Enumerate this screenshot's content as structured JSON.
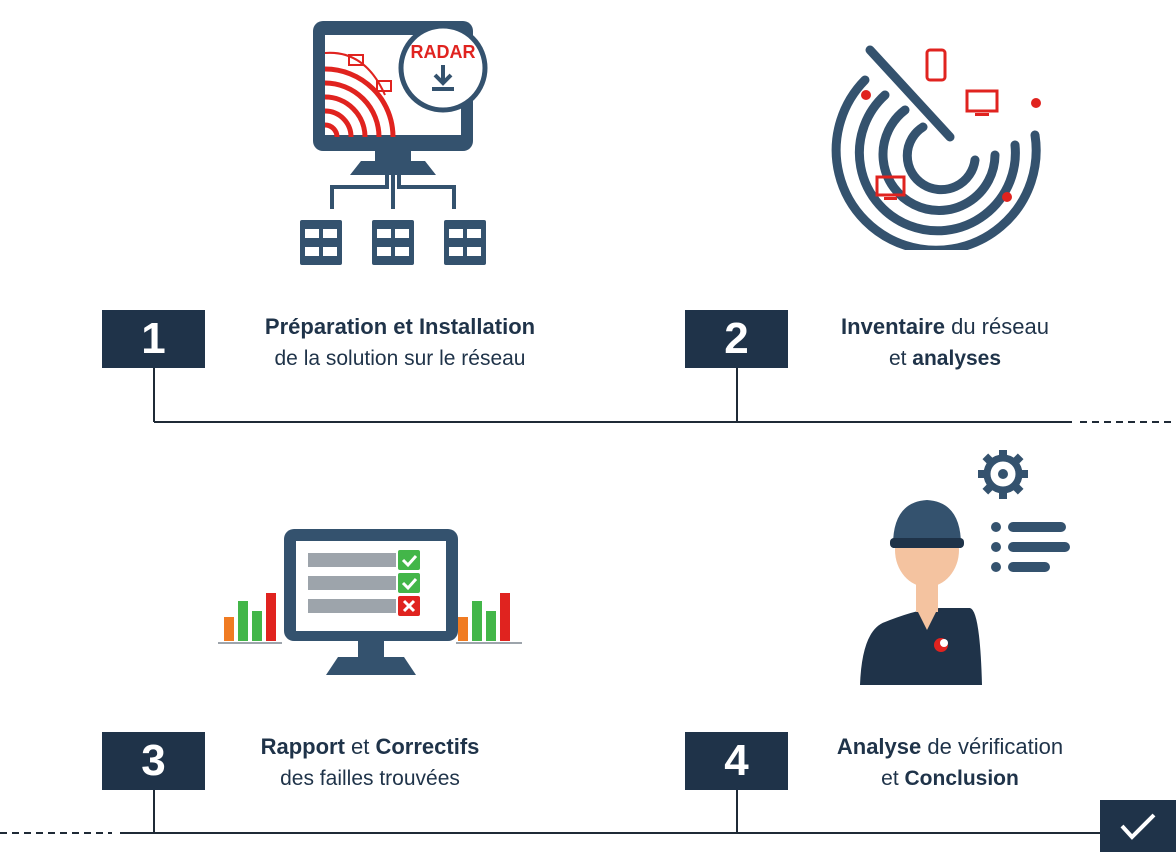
{
  "icons": {
    "step1_badge": "RADAR"
  },
  "steps": [
    {
      "number": "1",
      "line1_bold_a": "Préparation et Installation",
      "line1_rest": "",
      "line2": "de la solution sur le réseau",
      "line2_bold": ""
    },
    {
      "number": "2",
      "line1_bold_a": "Inventaire",
      "line1_rest": " du réseau",
      "line2": "et ",
      "line2_bold": "analyses"
    },
    {
      "number": "3",
      "line1_bold_a": "Rapport",
      "line1_mid": " et ",
      "line1_bold_b": "Correctifs",
      "line2": "des failles trouvées"
    },
    {
      "number": "4",
      "line1_bold_a": "Analyse",
      "line1_rest": " de vérification",
      "line2": "et ",
      "line2_bold": "Conclusion"
    }
  ],
  "colors": {
    "navy": "#1f3349",
    "red": "#e0231f",
    "green": "#43b649",
    "orange": "#f07b22"
  }
}
